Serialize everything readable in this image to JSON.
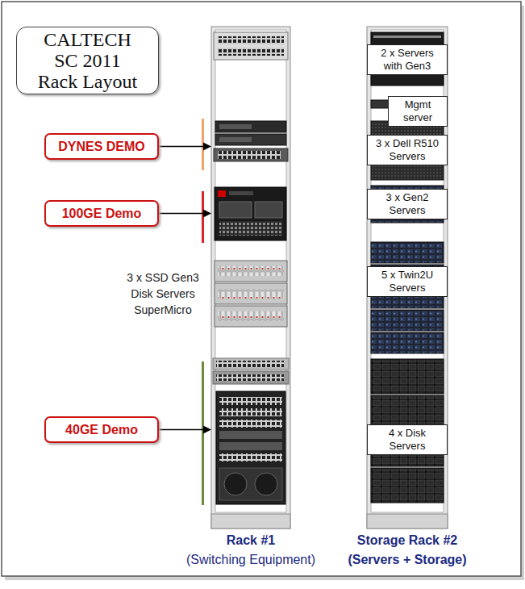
{
  "diagram": {
    "title": "CALTECH SC 2011 Rack Layout",
    "nodes": [
      {
        "text": [
          "DYNES DEMO"
        ]
      },
      {
        "text": [
          "100GE Demo"
        ]
      },
      {
        "text": [
          "40GE Demo"
        ]
      },
      {
        "text": [
          "Rack #1",
          "(Switching Equipment)"
        ]
      },
      {
        "text": [
          "Storage Rack #2",
          "(Servers + Storage)"
        ]
      },
      {
        "text": [
          "2 x Servers with Gen3"
        ],
        "in": 4
      },
      {
        "text": [
          "Mgmt server"
        ],
        "in": 4
      },
      {
        "text": [
          "3 x Dell R510 Servers"
        ],
        "in": 4
      },
      {
        "text": [
          "3 x Gen2 Servers"
        ],
        "in": 4
      },
      {
        "text": [
          "5 x Twin2U Servers"
        ],
        "in": 4
      },
      {
        "text": [
          "4 x Disk Servers"
        ],
        "in": 4
      }
    ],
    "edges": [
      {
        "from": 0,
        "to": 3,
        "arrow": "to"
      },
      {
        "from": 1,
        "to": 3,
        "arrow": "to"
      },
      {
        "from": 2,
        "to": 3,
        "arrow": "to"
      }
    ],
    "labels": [
      "3 x SSD Gen3 Disk Servers SuperMicro"
    ]
  }
}
